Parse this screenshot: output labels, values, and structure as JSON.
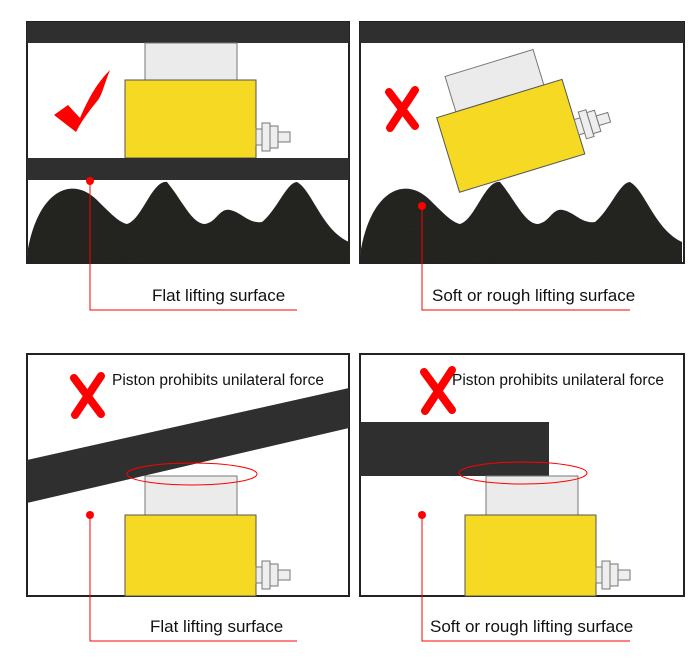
{
  "panels": [
    {
      "status": "correct",
      "status_icon": "check-icon",
      "label": "Flat lifting surface"
    },
    {
      "status": "incorrect",
      "status_icon": "x-icon",
      "label": "Soft or rough lifting surface"
    },
    {
      "status": "incorrect",
      "status_icon": "x-icon",
      "warning": "Piston prohibits unilateral force",
      "label": "Flat lifting surface"
    },
    {
      "status": "incorrect",
      "status_icon": "x-icon",
      "warning": "Piston prohibits unilateral force",
      "label": "Soft or rough lifting surface"
    }
  ],
  "colors": {
    "jack": "#f5d923",
    "piston": "#ebebeb",
    "beam": "#2f2f2f",
    "marker": "#ff0000",
    "ground": "#2a2a26"
  }
}
